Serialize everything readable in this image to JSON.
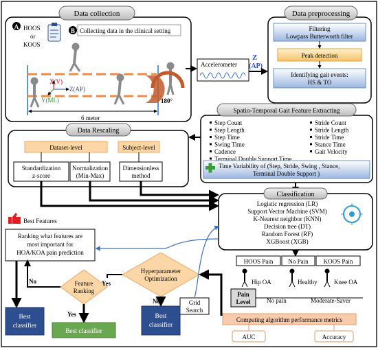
{
  "collection": {
    "title": "Data collection",
    "marker_a": "A",
    "marker_b": "B",
    "hoos": "HOOS",
    "or": "or",
    "koos": "KOOS",
    "clinical": "Collecting data in the clinical setting",
    "axis_x": "X(V)",
    "axis_z": "Z(AP)",
    "axis_y": "Y(ML)",
    "distance": "6 meter",
    "turn": "180°"
  },
  "accelerometer": {
    "label": "Accelerometer",
    "axis_label": "Z",
    "axis_sub": "(AP)"
  },
  "preprocessing": {
    "title": "Data preprocessing",
    "filter_line1": "Filtering",
    "filter_line2": "Lowpass Butterworth filter",
    "peak": "Peak detection",
    "gait_line1": "Identifying gait events:",
    "gait_line2": "HS & TO"
  },
  "features": {
    "title": "Spatio-Temporal Gait Feature Extracting",
    "left": [
      "Step Count",
      "Step Length",
      "Step Time",
      "Swing Time",
      "Cadence",
      "Terminal Double Support Time"
    ],
    "right": [
      "Stride Count",
      "Stride Length",
      "Stride Time",
      "Stance Time",
      "Gait Velocity"
    ],
    "variability_line1": "Time Variability of (Step, Stride, Swing , Stance,",
    "variability_line2": "Terminal Double Support )"
  },
  "rescaling": {
    "title": "Data Rescaling",
    "dataset_level": "Dataset-level",
    "subject_level": "Subject-level",
    "standardization_line1": "Standardization",
    "standardization_line2": "z-score",
    "normalization_line1": "Normalization",
    "normalization_line2": "(Min-Max)",
    "dimensionless_line1": "Dimensionless",
    "dimensionless_line2": "method"
  },
  "classification": {
    "title": "Classification",
    "methods": [
      "Logistic regression (LR)",
      "Support Vector Machine (SVM)",
      "K-Nearest neighbor (KNN)",
      "Decision tree (DT)",
      "Random Forest (RF)",
      "XGBoost (XGB)"
    ]
  },
  "best_features": {
    "label": "Best Features",
    "ranking_line1": "Ranking what features are",
    "ranking_line2": "most important for",
    "ranking_line3": "HOA/KOA pain prediction"
  },
  "decisions": {
    "feature_ranking_line1": "Feature",
    "feature_ranking_line2": "Ranking",
    "hyper_line1": "Hyperparameter",
    "hyper_line2": "Optimization",
    "yes": "Yes",
    "no": "No",
    "grid_line1": "Grid",
    "grid_line2": "Search"
  },
  "outcomes": {
    "best_classifier_line1": "Best",
    "best_classifier_line2": "classifier",
    "best_classifier_green": "Best classifier"
  },
  "pain": {
    "hoos_pain": "HOOS Pain",
    "no_pain": "No Pain",
    "koos_pain": "KOOS Pain",
    "hip_oa": "Hip OA",
    "healthy": "Healthy",
    "knee_oa": "Knee OA",
    "level_line1": "Pain",
    "level_line2": "Level",
    "no_pain_lower": "No pain",
    "moderate": "Moderate-Saver"
  },
  "metrics": {
    "title": "Computing algorithm performance metrics",
    "auc": "AUC",
    "accuracy": "Accuracy"
  },
  "colors": {
    "orange_fill": "#fbd7a7",
    "orange_border": "#f4a460",
    "blue_fill": "#2e4f8f",
    "blue_light": "#9bb7e0",
    "green_fill": "#6aa84f",
    "gray_title": "#cfcfcf",
    "metrics_fill": "#f9cbad",
    "arrow_blue": "#3a6fc4"
  }
}
